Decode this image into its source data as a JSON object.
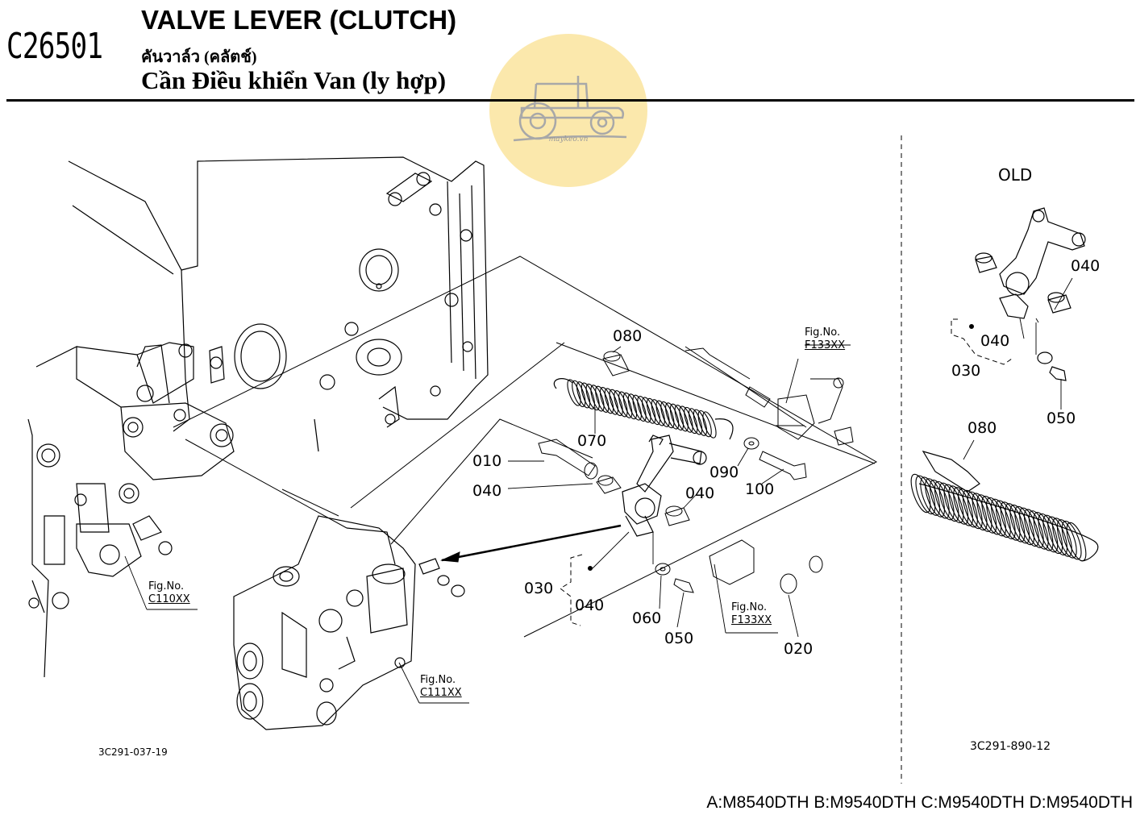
{
  "header": {
    "code": "C26501",
    "title_en": "VALVE LEVER (CLUTCH)",
    "title_th": "คันวาล์ว (คลัตช์)",
    "title_vn": "Cần Điều khiển Van (ly hợp)"
  },
  "watermark": {
    "text": "maykeo.vn",
    "color": "#fbe49e"
  },
  "labels": {
    "p080": "080",
    "p070": "070",
    "p010": "010",
    "p040a": "040",
    "p040b": "040",
    "p090": "090",
    "p100": "100",
    "p030": "030",
    "p040c": "040",
    "p060": "060",
    "p050": "050",
    "p020": "020"
  },
  "fig_refs": {
    "f133_top": {
      "label": "Fig.No.",
      "num": "F133XX"
    },
    "f133_low": {
      "label": "Fig.No.",
      "num": "F133XX"
    },
    "c110": {
      "label": "Fig.No.",
      "num": "C110XX"
    },
    "c111": {
      "label": "Fig.No.",
      "num": "C111XX"
    }
  },
  "old_view": {
    "title": "OLD",
    "labels": {
      "p040a": "040",
      "p040b": "040",
      "p030": "030",
      "p050": "050",
      "p080": "080"
    },
    "drawing_no": "3C291-890-12"
  },
  "drawing_no": "3C291-037-19",
  "models": "A:M8540DTH B:M9540DTH C:M9540DTH D:M9540DTH"
}
